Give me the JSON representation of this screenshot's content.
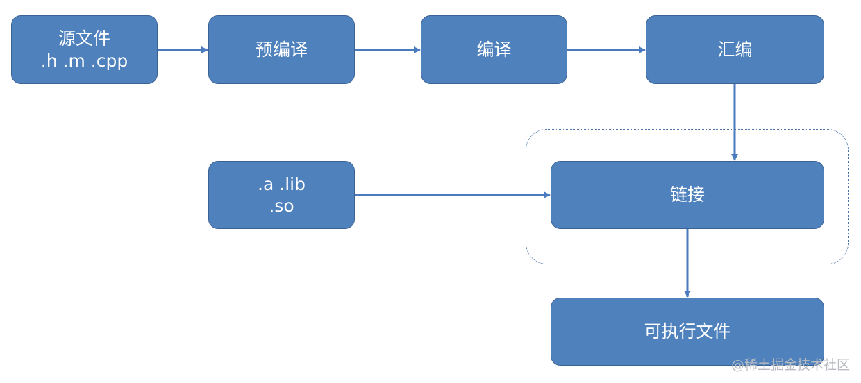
{
  "colors": {
    "node_fill": "#4f81bd",
    "node_border": "#3b6294",
    "arrow": "#4a7bbf",
    "group_border": "#4a72a8",
    "text": "#ffffff"
  },
  "nodes": {
    "source_files": {
      "line1": "源文件",
      "line2": ".h .m .cpp"
    },
    "preprocess": {
      "label": "预编译"
    },
    "compile": {
      "label": "编译"
    },
    "assemble": {
      "label": "汇编"
    },
    "libraries": {
      "line1": ".a .lib",
      "line2": ".so"
    },
    "link": {
      "label": "链接"
    },
    "executable": {
      "label": "可执行文件"
    }
  },
  "edges": [
    {
      "from": "source_files",
      "to": "preprocess"
    },
    {
      "from": "preprocess",
      "to": "compile"
    },
    {
      "from": "compile",
      "to": "assemble"
    },
    {
      "from": "assemble",
      "to": "link"
    },
    {
      "from": "libraries",
      "to": "link"
    },
    {
      "from": "link",
      "to": "executable"
    }
  ],
  "watermark": "@稀土掘金技术社区"
}
